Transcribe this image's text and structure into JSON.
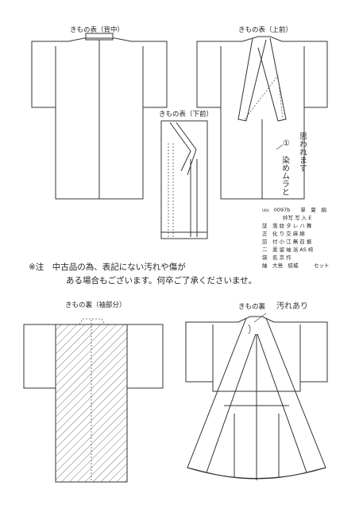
{
  "labels": {
    "back": "きもの表（背中）",
    "front_upper": "きもの表（上前）",
    "front_lower": "きもの表（下前）",
    "inner_sleeve": "きもの裏（袖部分）",
    "inner": "きもの裏"
  },
  "notes": {
    "line1": "※注　中古品の為、表記にない汚れや傷が",
    "line2": "ある場合もございます。何卒ご了承くださいませ。"
  },
  "annotations": {
    "stain_mark": "①",
    "stain_text_1": "染めムラと",
    "stain_text_2": "思われます",
    "inner_stain": "汚れあり"
  },
  "code_block": {
    "row1": "uu　0097b　　単　夏　絹",
    "row2": "衿写 写 入 E",
    "row3": "証　落 紋 タ レ ハ 舞",
    "row4": "正　化 り 交 麻 綿",
    "row5": "訪　付 小 江 無 召 振",
    "row6": "二　黒 留 袖 浴 AS 袴",
    "row7": "袋　名 京 作",
    "row8": "紬　大島　結城　　　セット"
  }
}
